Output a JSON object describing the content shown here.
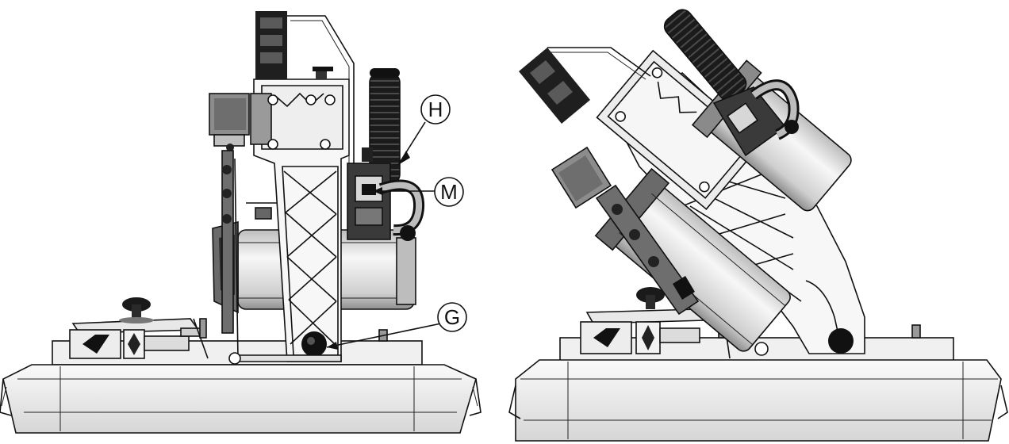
{
  "figure": {
    "colors": {
      "ink": "#111111",
      "shade_dark": "#2b2b2b",
      "shade_mid": "#8a8a8a",
      "shade_light": "#d9d9d9",
      "body_fill": "#f2f2f2",
      "background": "#ffffff"
    },
    "left_view": {
      "callouts": [
        {
          "id": "H",
          "label": "H"
        },
        {
          "id": "M",
          "label": "M"
        },
        {
          "id": "G",
          "label": "G"
        }
      ]
    },
    "right_view": {
      "callouts": []
    }
  }
}
